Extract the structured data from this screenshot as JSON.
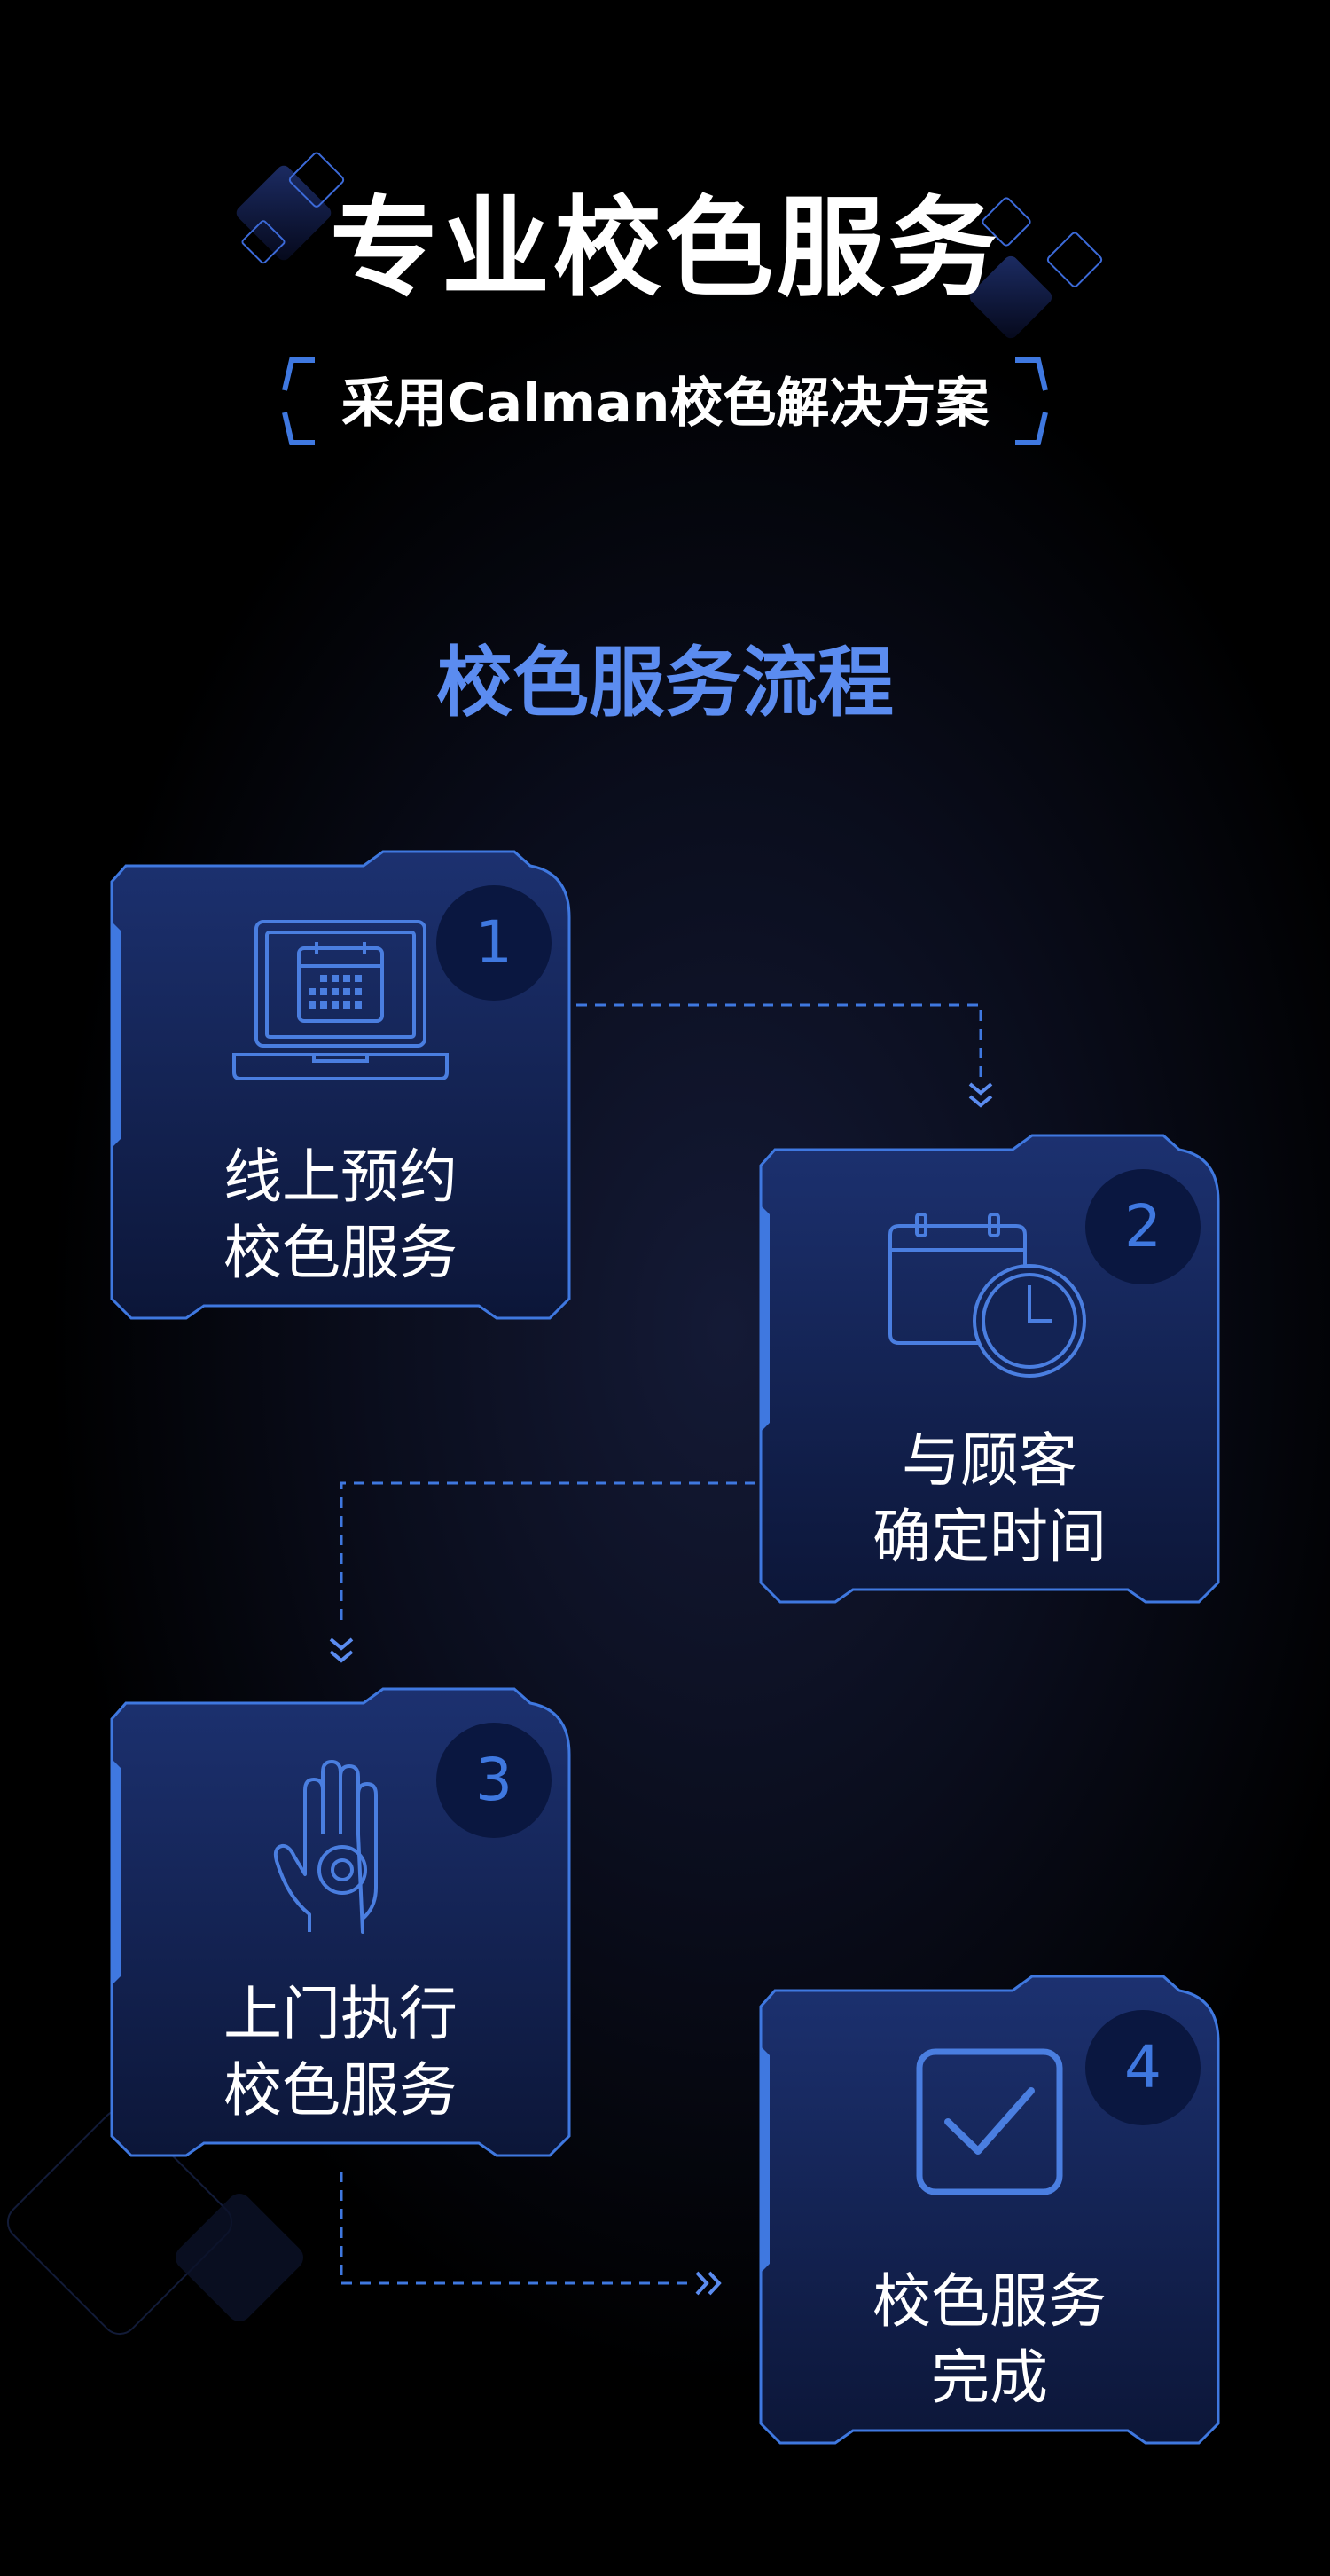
{
  "header": {
    "title": "专业校色服务",
    "subtitle": "采用Calman校色解决方案"
  },
  "section": {
    "title": "校色服务流程"
  },
  "steps": [
    {
      "number": "1",
      "line1": "线上预约",
      "line2": "校色服务",
      "icon": "laptop-calendar-icon"
    },
    {
      "number": "2",
      "line1": "与顾客",
      "line2": "确定时间",
      "icon": "calendar-clock-icon"
    },
    {
      "number": "3",
      "line1": "上门执行",
      "line2": "校色服务",
      "icon": "hand-gear-icon"
    },
    {
      "number": "4",
      "line1": "校色服务",
      "line2": "完成",
      "icon": "checkbox-icon"
    }
  ],
  "colors": {
    "accent": "#5b8cf0",
    "border": "#3f78e0",
    "card_top": "#1c3170",
    "card_bottom": "#0c1638"
  }
}
